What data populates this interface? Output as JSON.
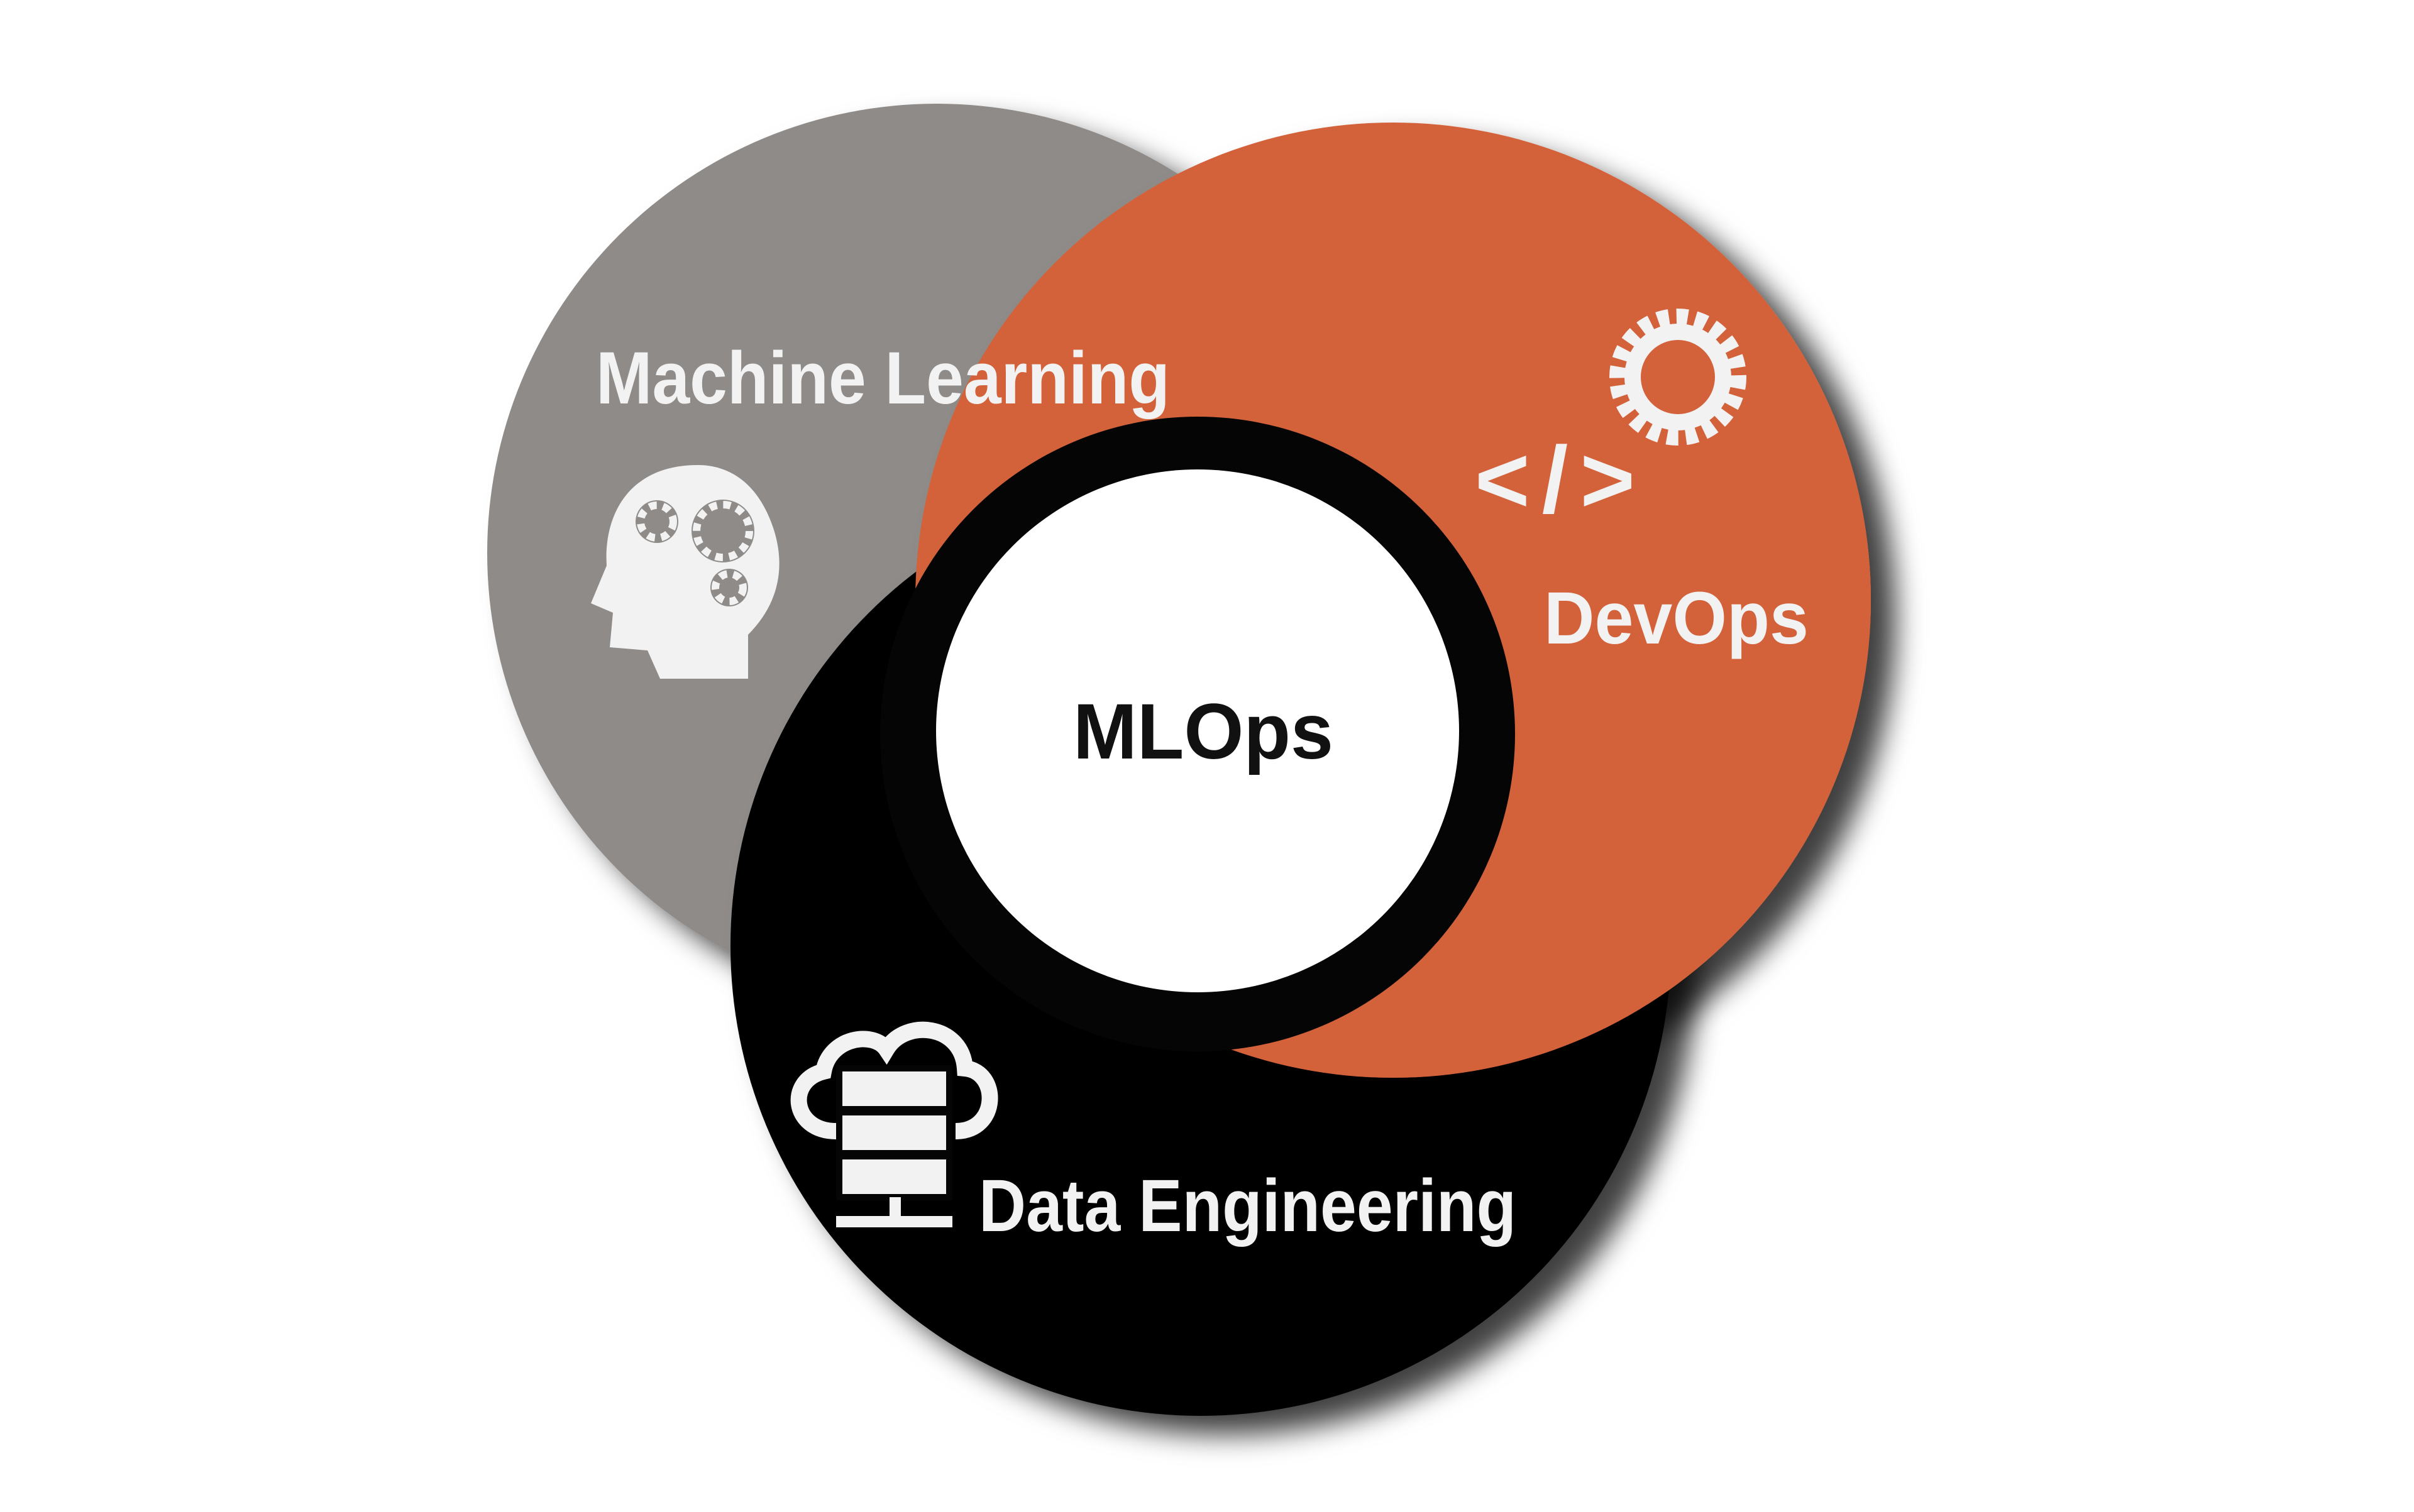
{
  "diagram": {
    "title": "MLOps",
    "circles": [
      {
        "id": "ml",
        "label": "Machine Learning",
        "color": "#8e8b88",
        "icon": "head-gears-icon"
      },
      {
        "id": "devops",
        "label": "DevOps",
        "color": "#d3623a",
        "icon": "code-gear-icon"
      },
      {
        "id": "de",
        "label": "Data Engineering",
        "color": "#050505",
        "icon": "cloud-server-icon"
      }
    ],
    "center": {
      "label": "MLOps",
      "color": "#ffffff"
    },
    "text_light": "#f2f2f2",
    "text_dark": "#111111"
  }
}
